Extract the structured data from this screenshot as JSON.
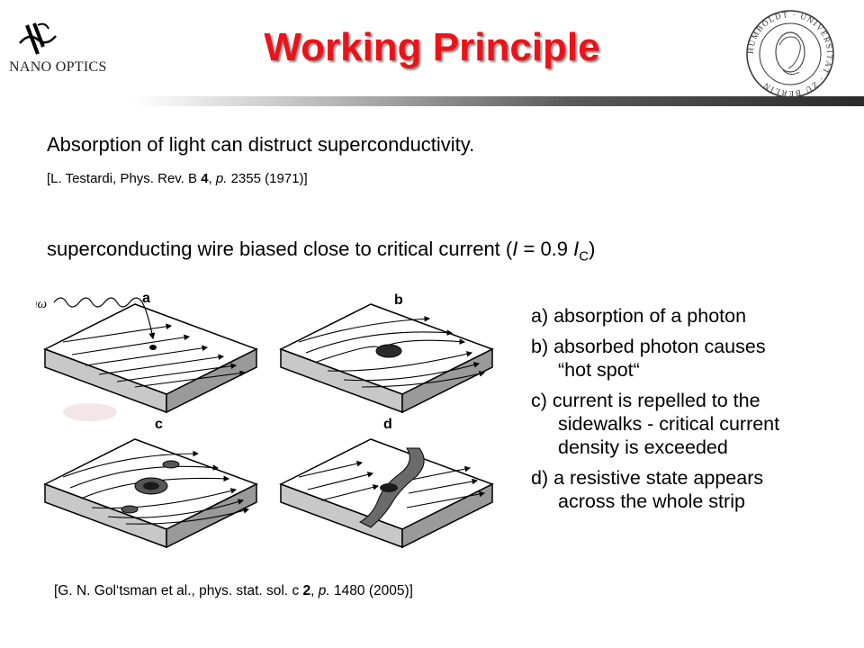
{
  "header": {
    "logo_text": "NANO OPTICS",
    "title": "Working Principle",
    "seal_text": "HUMBOLDT · UNIVERSITÄT · ZU BERLIN",
    "title_color": "#e8141a"
  },
  "body": {
    "line1": "Absorption of light can distruct superconductivity.",
    "ref1": {
      "open": "[L. Testardi,",
      "journal": "Phys. Rev. B",
      "vol": "4",
      "page": "p.",
      "rest": "2355 (1971)]"
    },
    "line2": {
      "text": "superconducting wire biased close to critical current (",
      "i": "I",
      "eq": " = 0.9 ",
      "ic": "I",
      "sub": "C",
      "close": ")"
    }
  },
  "figure": {
    "panel_labels": [
      "a",
      "b",
      "c",
      "d"
    ],
    "hbar_omega": "ħω"
  },
  "captions": [
    {
      "first": "a) absorption of a photon",
      "cont": []
    },
    {
      "first": "b) absorbed photon causes",
      "cont": [
        "“hot spot“"
      ]
    },
    {
      "first": "c) current is repelled to the",
      "cont": [
        "sidewalks - critical current",
        "density is exceeded"
      ]
    },
    {
      "first": "d) a resistive state appears",
      "cont": [
        "across the whole strip"
      ]
    }
  ],
  "reference2": {
    "open": "[G. N. Gol‘tsman et al., phys. stat. sol. c",
    "vol": "2",
    "page": "p.",
    "rest": "1480 (2005)]"
  }
}
